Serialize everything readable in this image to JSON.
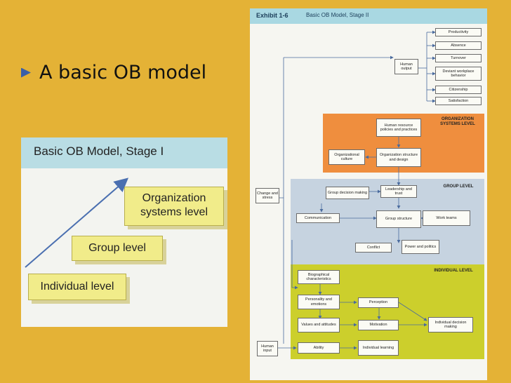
{
  "slide": {
    "bullet_text": "A basic OB model",
    "accent_color": "#e4b236",
    "bullet_color": "#3a5fa8"
  },
  "stage1": {
    "title": "Basic OB Model, Stage I",
    "organization_line1": "Organization",
    "organization_line2": "systems level",
    "group": "Group level",
    "individual": "Individual level"
  },
  "exhibit": {
    "label": "Exhibit 1-6",
    "title": "Basic OB Model, Stage II",
    "outcomes": [
      "Productivity",
      "Absence",
      "Turnover",
      "Deviant workplace behavior",
      "Citizenship",
      "Satisfaction"
    ],
    "human_output": "Human output",
    "org_level_label": "ORGANIZATION SYSTEMS LEVEL",
    "hr_policies": "Human resource policies and practices",
    "org_culture": "Organizational culture",
    "org_structure": "Organization structure and design",
    "group_level_label": "GROUP LEVEL",
    "change_stress": "Change and stress",
    "group_decision": "Group decision making",
    "leadership": "Leadership and trust",
    "communication": "Communication",
    "group_structure": "Group structure",
    "work_teams": "Work teams",
    "conflict": "Conflict",
    "power_politics": "Power and politics",
    "individual_level_label": "INDIVIDUAL LEVEL",
    "biographical": "Biographical characteristics",
    "personality": "Personality and emotions",
    "values": "Values and attitudes",
    "ability": "Ability",
    "perception": "Perception",
    "motivation": "Motivation",
    "individual_learning": "Individual learning",
    "individual_decision": "Individual decision making",
    "human_input": "Human input"
  }
}
